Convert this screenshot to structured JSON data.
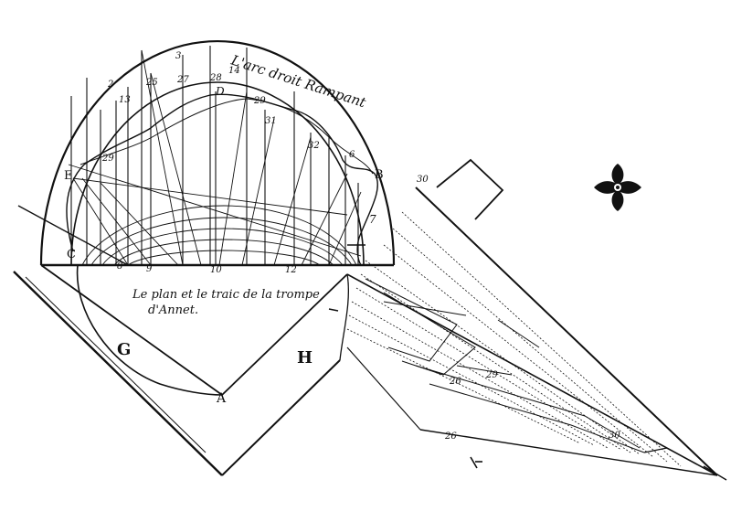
{
  "title_arc": "L'arc droit Rampant",
  "caption_line1": "Le plan et le traic de la trompe",
  "caption_line2": "d'Annet.",
  "labels": {
    "A": "A",
    "B": "B",
    "C": "C",
    "D": "D",
    "E": "E",
    "G": "G",
    "H": "H",
    "n2": "2",
    "n3": "3",
    "n6": "6",
    "n7": "7",
    "n8": "8",
    "n9": "9",
    "n10": "10",
    "n12": "12",
    "n13": "13",
    "n14": "14",
    "n25": "25",
    "n26": "26",
    "n27": "27",
    "n28": "28",
    "n29": "29",
    "n30": "30",
    "n31": "31",
    "n32": "32"
  },
  "colors": {
    "ink": "#111111",
    "paper": "#ffffff"
  },
  "ornament_icon": "fleuron-icon"
}
